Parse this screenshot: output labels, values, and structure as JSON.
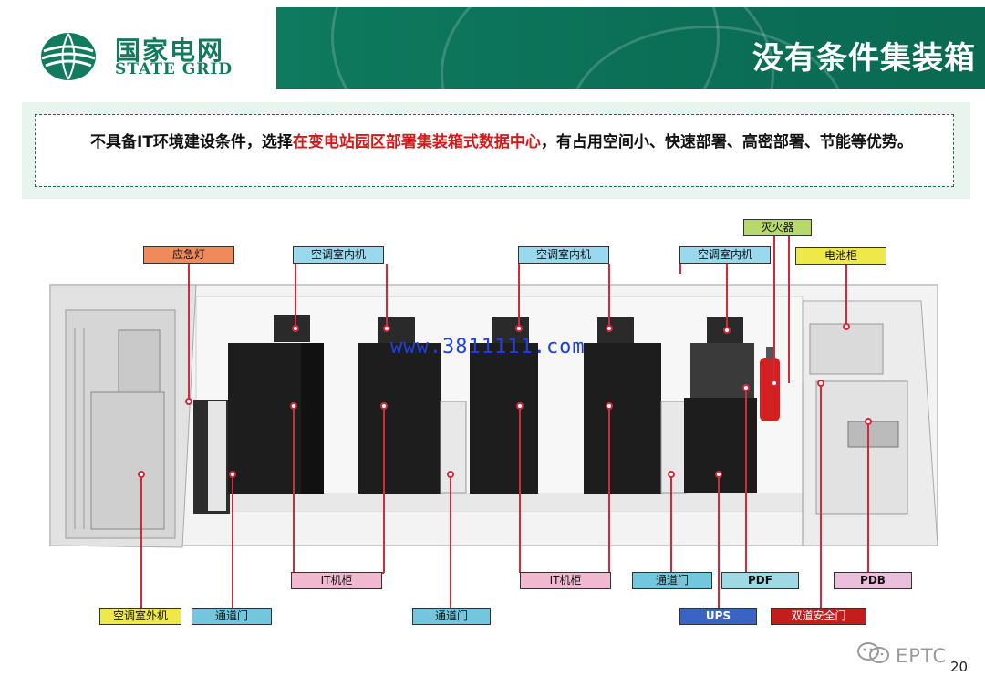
{
  "header": {
    "logo_cn": "国家电网",
    "logo_en": "STATE GRID",
    "slide_title": "没有条件集装箱"
  },
  "description": {
    "before": "不具备IT环境建设条件，选择",
    "highlight": "在变电站园区部署集装箱式数据中心",
    "after": "，有占用空间小、快速部署、高密部署、节能等优势。"
  },
  "labels": {
    "emergency_light": "应急灯",
    "ac_indoor_1": "空调室内机",
    "ac_indoor_2": "空调室内机",
    "ac_indoor_3": "空调室内机",
    "fire_extinguisher": "灭火器",
    "battery_cabinet": "电池柜",
    "it_cabinet_1": "IT机柜",
    "it_cabinet_2": "IT机柜",
    "aisle_door_1": "通道门",
    "aisle_door_2": "通道门",
    "aisle_door_3": "通道门",
    "ac_outdoor": "空调室外机",
    "pdf": "PDF",
    "pdb": "PDB",
    "ups": "UPS",
    "safety_door": "双道安全门"
  },
  "watermark": "www.3811111.com",
  "footer": {
    "brand": "EPTC",
    "page_number": "20"
  },
  "colors": {
    "brand_green": "#127a5e",
    "highlight_red": "#d11a1a",
    "pointer_red": "#d22a3a"
  }
}
